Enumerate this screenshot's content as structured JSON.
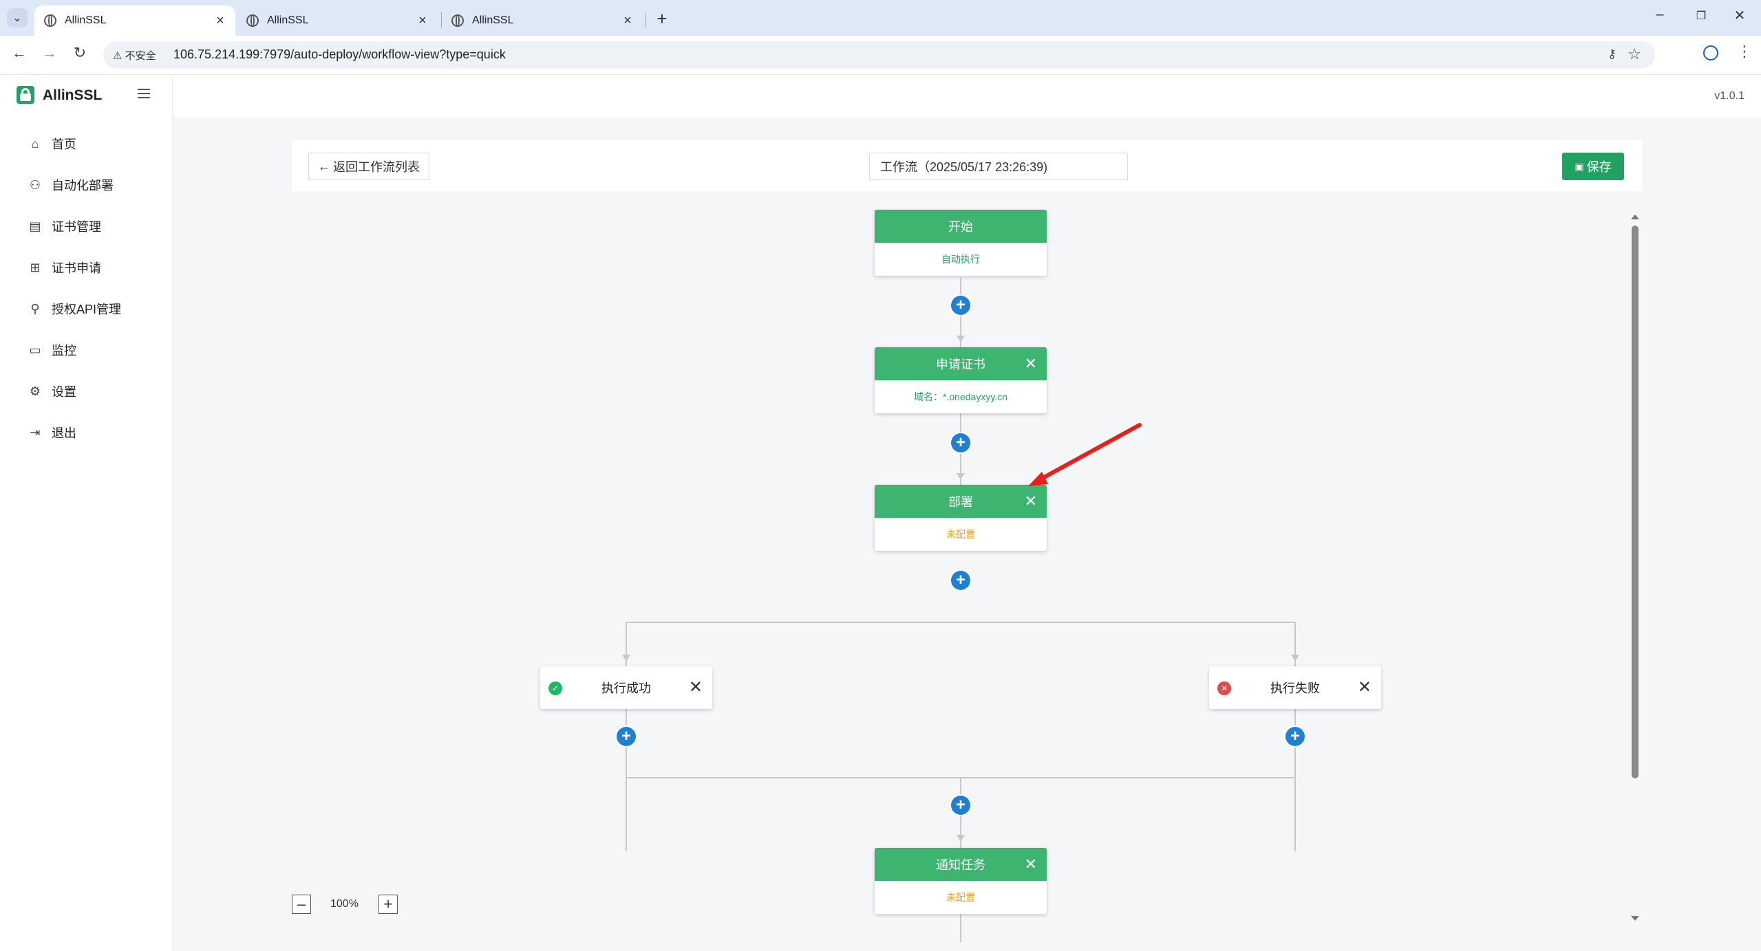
{
  "browser": {
    "tabs": [
      {
        "title": "AllinSSL",
        "active": true
      },
      {
        "title": "AllinSSL",
        "active": false
      },
      {
        "title": "AllinSSL",
        "active": false
      }
    ],
    "security_label": "不安全",
    "url": "106.75.214.199:7979/auto-deploy/workflow-view?type=quick"
  },
  "app": {
    "name": "AllinSSL",
    "version": "v1.0.1"
  },
  "sidebar": {
    "items": [
      {
        "label": "首页",
        "icon": "home-icon"
      },
      {
        "label": "自动化部署",
        "icon": "deploy-icon"
      },
      {
        "label": "证书管理",
        "icon": "certificate-icon"
      },
      {
        "label": "证书申请",
        "icon": "plus-square-icon"
      },
      {
        "label": "授权API管理",
        "icon": "api-plug-icon"
      },
      {
        "label": "监控",
        "icon": "monitor-icon"
      },
      {
        "label": "设置",
        "icon": "gear-icon"
      },
      {
        "label": "退出",
        "icon": "logout-icon"
      }
    ]
  },
  "toolbar": {
    "back_label": "返回工作流列表",
    "workflow_name": "工作流（2025/05/17 23:26:39)",
    "save_label": "保存"
  },
  "workflow": {
    "start": {
      "title": "开始",
      "body": "自动执行"
    },
    "apply": {
      "title": "申请证书",
      "body": "域名：*.onedayxyy.cn"
    },
    "deploy": {
      "title": "部署",
      "body": "未配置"
    },
    "success_branch": {
      "label": "执行成功",
      "status_color": "#22b861"
    },
    "fail_branch": {
      "label": "执行失败",
      "status_color": "#e5484d"
    },
    "notify": {
      "title": "通知任务",
      "body": "未配置"
    }
  },
  "zoom": {
    "value": "100%"
  },
  "colors": {
    "accent": "#22a162",
    "node_header": "#3db570",
    "add_button": "#1f7fd0",
    "unconfigured": "#f0a020",
    "annotation_arrow": "#e8201a"
  }
}
